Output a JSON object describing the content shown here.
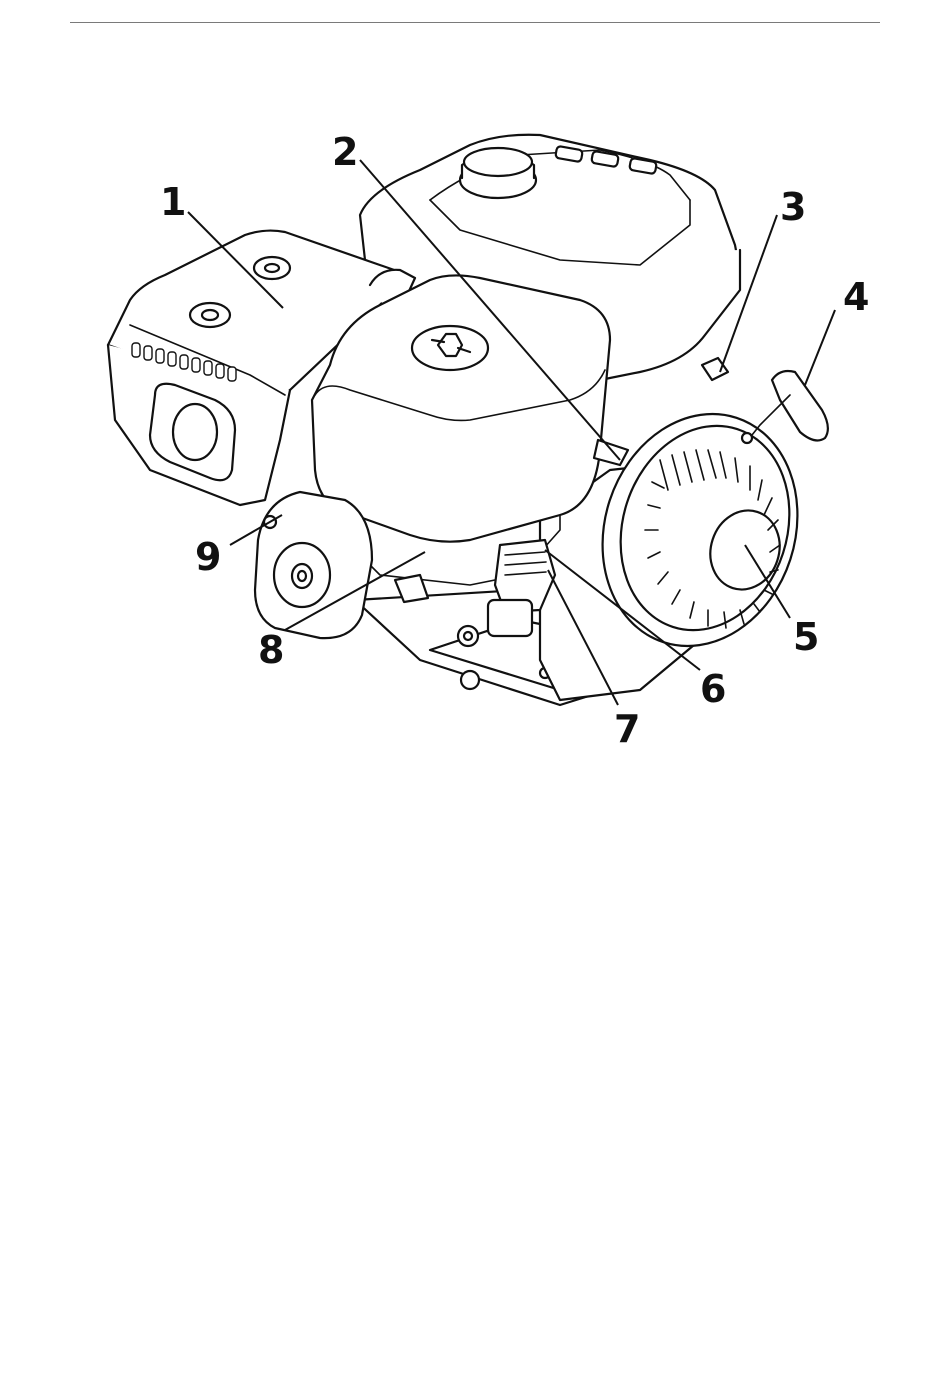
{
  "callouts": [
    {
      "id": "1",
      "label": "1"
    },
    {
      "id": "2",
      "label": "2"
    },
    {
      "id": "3",
      "label": "3"
    },
    {
      "id": "4",
      "label": "4"
    },
    {
      "id": "5",
      "label": "5"
    },
    {
      "id": "6",
      "label": "6"
    },
    {
      "id": "7",
      "label": "7"
    },
    {
      "id": "8",
      "label": "8"
    },
    {
      "id": "9",
      "label": "9"
    }
  ],
  "colors": {
    "line": "#111111",
    "background": "#ffffff",
    "rule": "#7a7a7a"
  }
}
